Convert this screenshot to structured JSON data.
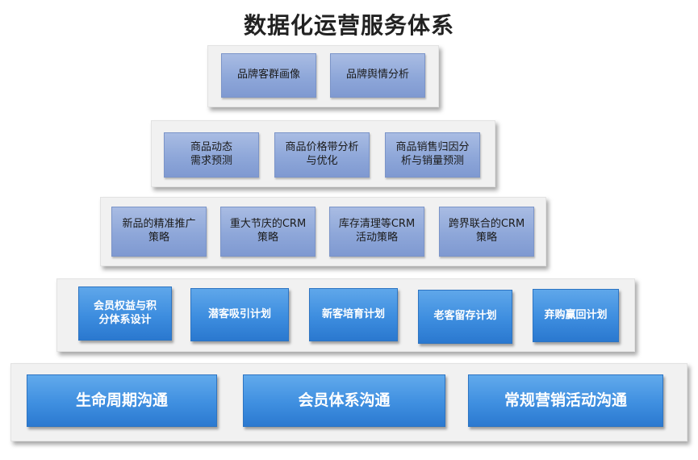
{
  "title": "数据化运营服务体系",
  "tiers": [
    {
      "items": [
        "品牌客群画像",
        "品牌舆情分析"
      ]
    },
    {
      "items": [
        "商品动态\n需求预测",
        "商品价格带分析\n与优化",
        "商品销售归因分\n析与销量预测"
      ]
    },
    {
      "items": [
        "新品的精准推广\n策略",
        "重大节庆的CRM\n策略",
        "库存清理等CRM\n活动策略",
        "跨界联合的CRM\n策略"
      ]
    },
    {
      "items": [
        "会员权益与积\n分体系设计",
        "潜客吸引计划",
        "新客培育计划",
        "老客留存计划",
        "弃购赢回计划"
      ]
    },
    {
      "items": [
        "生命周期沟通",
        "会员体系沟通",
        "常规营销活动沟通"
      ]
    }
  ]
}
